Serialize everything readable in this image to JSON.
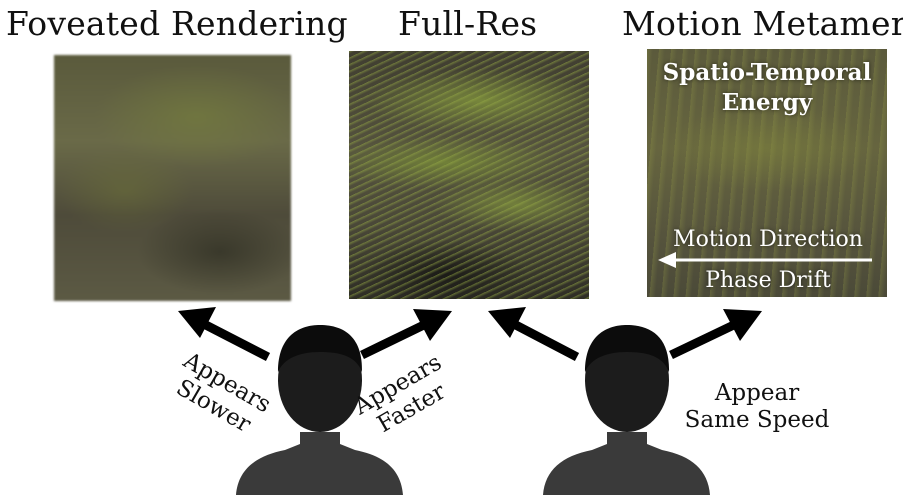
{
  "titles": {
    "foveated": "Foveated Rendering",
    "full_res": "Full-Res",
    "motion_metamer": "Motion Metamer"
  },
  "metamer_overlay": {
    "energy_line1": "Spatio-Temporal",
    "energy_line2": "Energy",
    "motion_direction": "Motion Direction",
    "phase_drift": "Phase Drift"
  },
  "labels": {
    "appears_slower_1": "Appears",
    "appears_slower_2": "Slower",
    "appears_faster_1": "Appears",
    "appears_faster_2": "Faster",
    "appear_same_1": "Appear",
    "appear_same_2": "Same Speed"
  },
  "colors": {
    "arrow": "#000000",
    "text": "#111111",
    "overlay_text": "#ffffff"
  }
}
